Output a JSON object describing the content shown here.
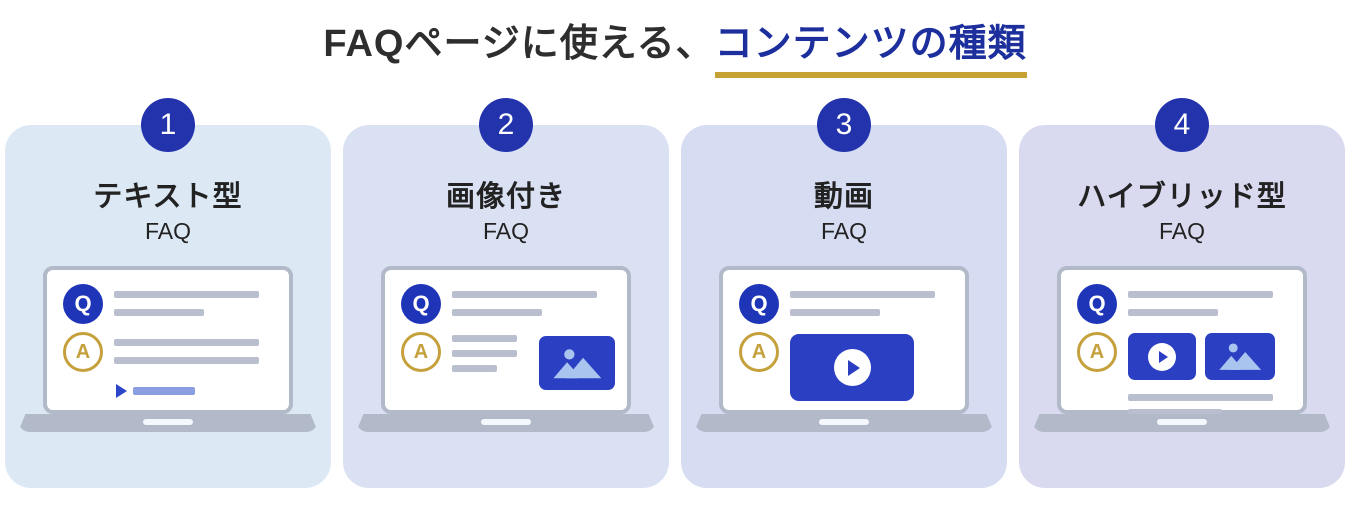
{
  "title": {
    "prefix": "FAQページに使える、",
    "highlight": "コンテンツの種類"
  },
  "qa": {
    "q": "Q",
    "a": "A"
  },
  "cards": [
    {
      "number": "1",
      "title": "テキスト型",
      "subtitle": "FAQ",
      "type": "text",
      "bg": "#dce8f4"
    },
    {
      "number": "2",
      "title": "画像付き",
      "subtitle": "FAQ",
      "type": "image",
      "bg": "#d9e1f3"
    },
    {
      "number": "3",
      "title": "動画",
      "subtitle": "FAQ",
      "type": "video",
      "bg": "#d6dcf2"
    },
    {
      "number": "4",
      "title": "ハイブリッド型",
      "subtitle": "FAQ",
      "type": "hybrid",
      "bg": "#d9daf0"
    }
  ],
  "colors": {
    "title_text": "#2e2e2e",
    "title_highlight": "#1d2f9d",
    "title_underline": "#c5a233",
    "badge_bg": "#2233ac",
    "badge_text": "#ffffff",
    "card_title_text": "#222222",
    "q_bg": "#1e35b8",
    "q_text": "#ffffff",
    "a_border": "#c5a13d",
    "line_gray": "#b9bfce",
    "laptop_gray": "#b2b9c8",
    "screen_bg": "#ffffff",
    "thumb_blue": "#2b3fc2",
    "thumb_icon_light": "#aac4f0",
    "link_line_blue": "#8c9ee2",
    "link_arrow_blue": "#2b46c6"
  }
}
